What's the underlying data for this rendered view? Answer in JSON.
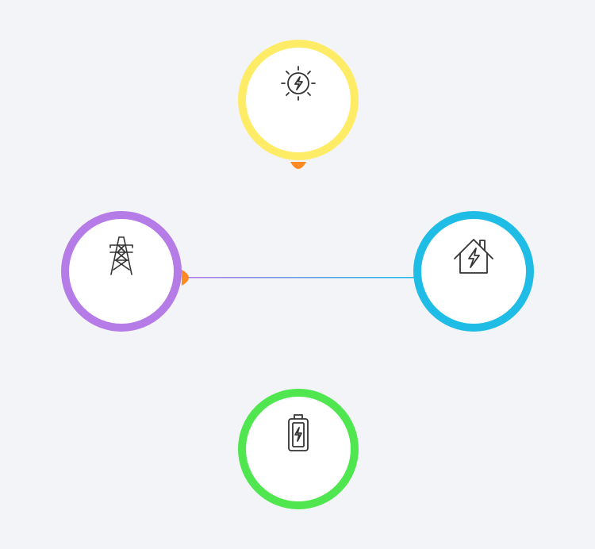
{
  "colors": {
    "background": "#f3f4f8",
    "solar": "#ffec66",
    "grid": "#b57be6",
    "home": "#1fbde6",
    "battery": "#4fe64f",
    "flow_dot": "#ff8a24",
    "node_fill": "#ffffff",
    "icon_stroke": "#333333"
  },
  "nodes": [
    {
      "id": "solar",
      "icon": "solar-panel-sun-bolt-icon",
      "color": "#ffec66"
    },
    {
      "id": "grid",
      "icon": "power-transmission-tower-icon",
      "color": "#b57be6"
    },
    {
      "id": "home",
      "icon": "house-bolt-icon",
      "color": "#1fbde6"
    },
    {
      "id": "battery",
      "icon": "battery-charging-icon",
      "color": "#4fe64f"
    }
  ],
  "flows": [
    {
      "from": "solar",
      "to": "battery",
      "active": true
    },
    {
      "from": "grid",
      "to": "home",
      "active": true
    }
  ]
}
